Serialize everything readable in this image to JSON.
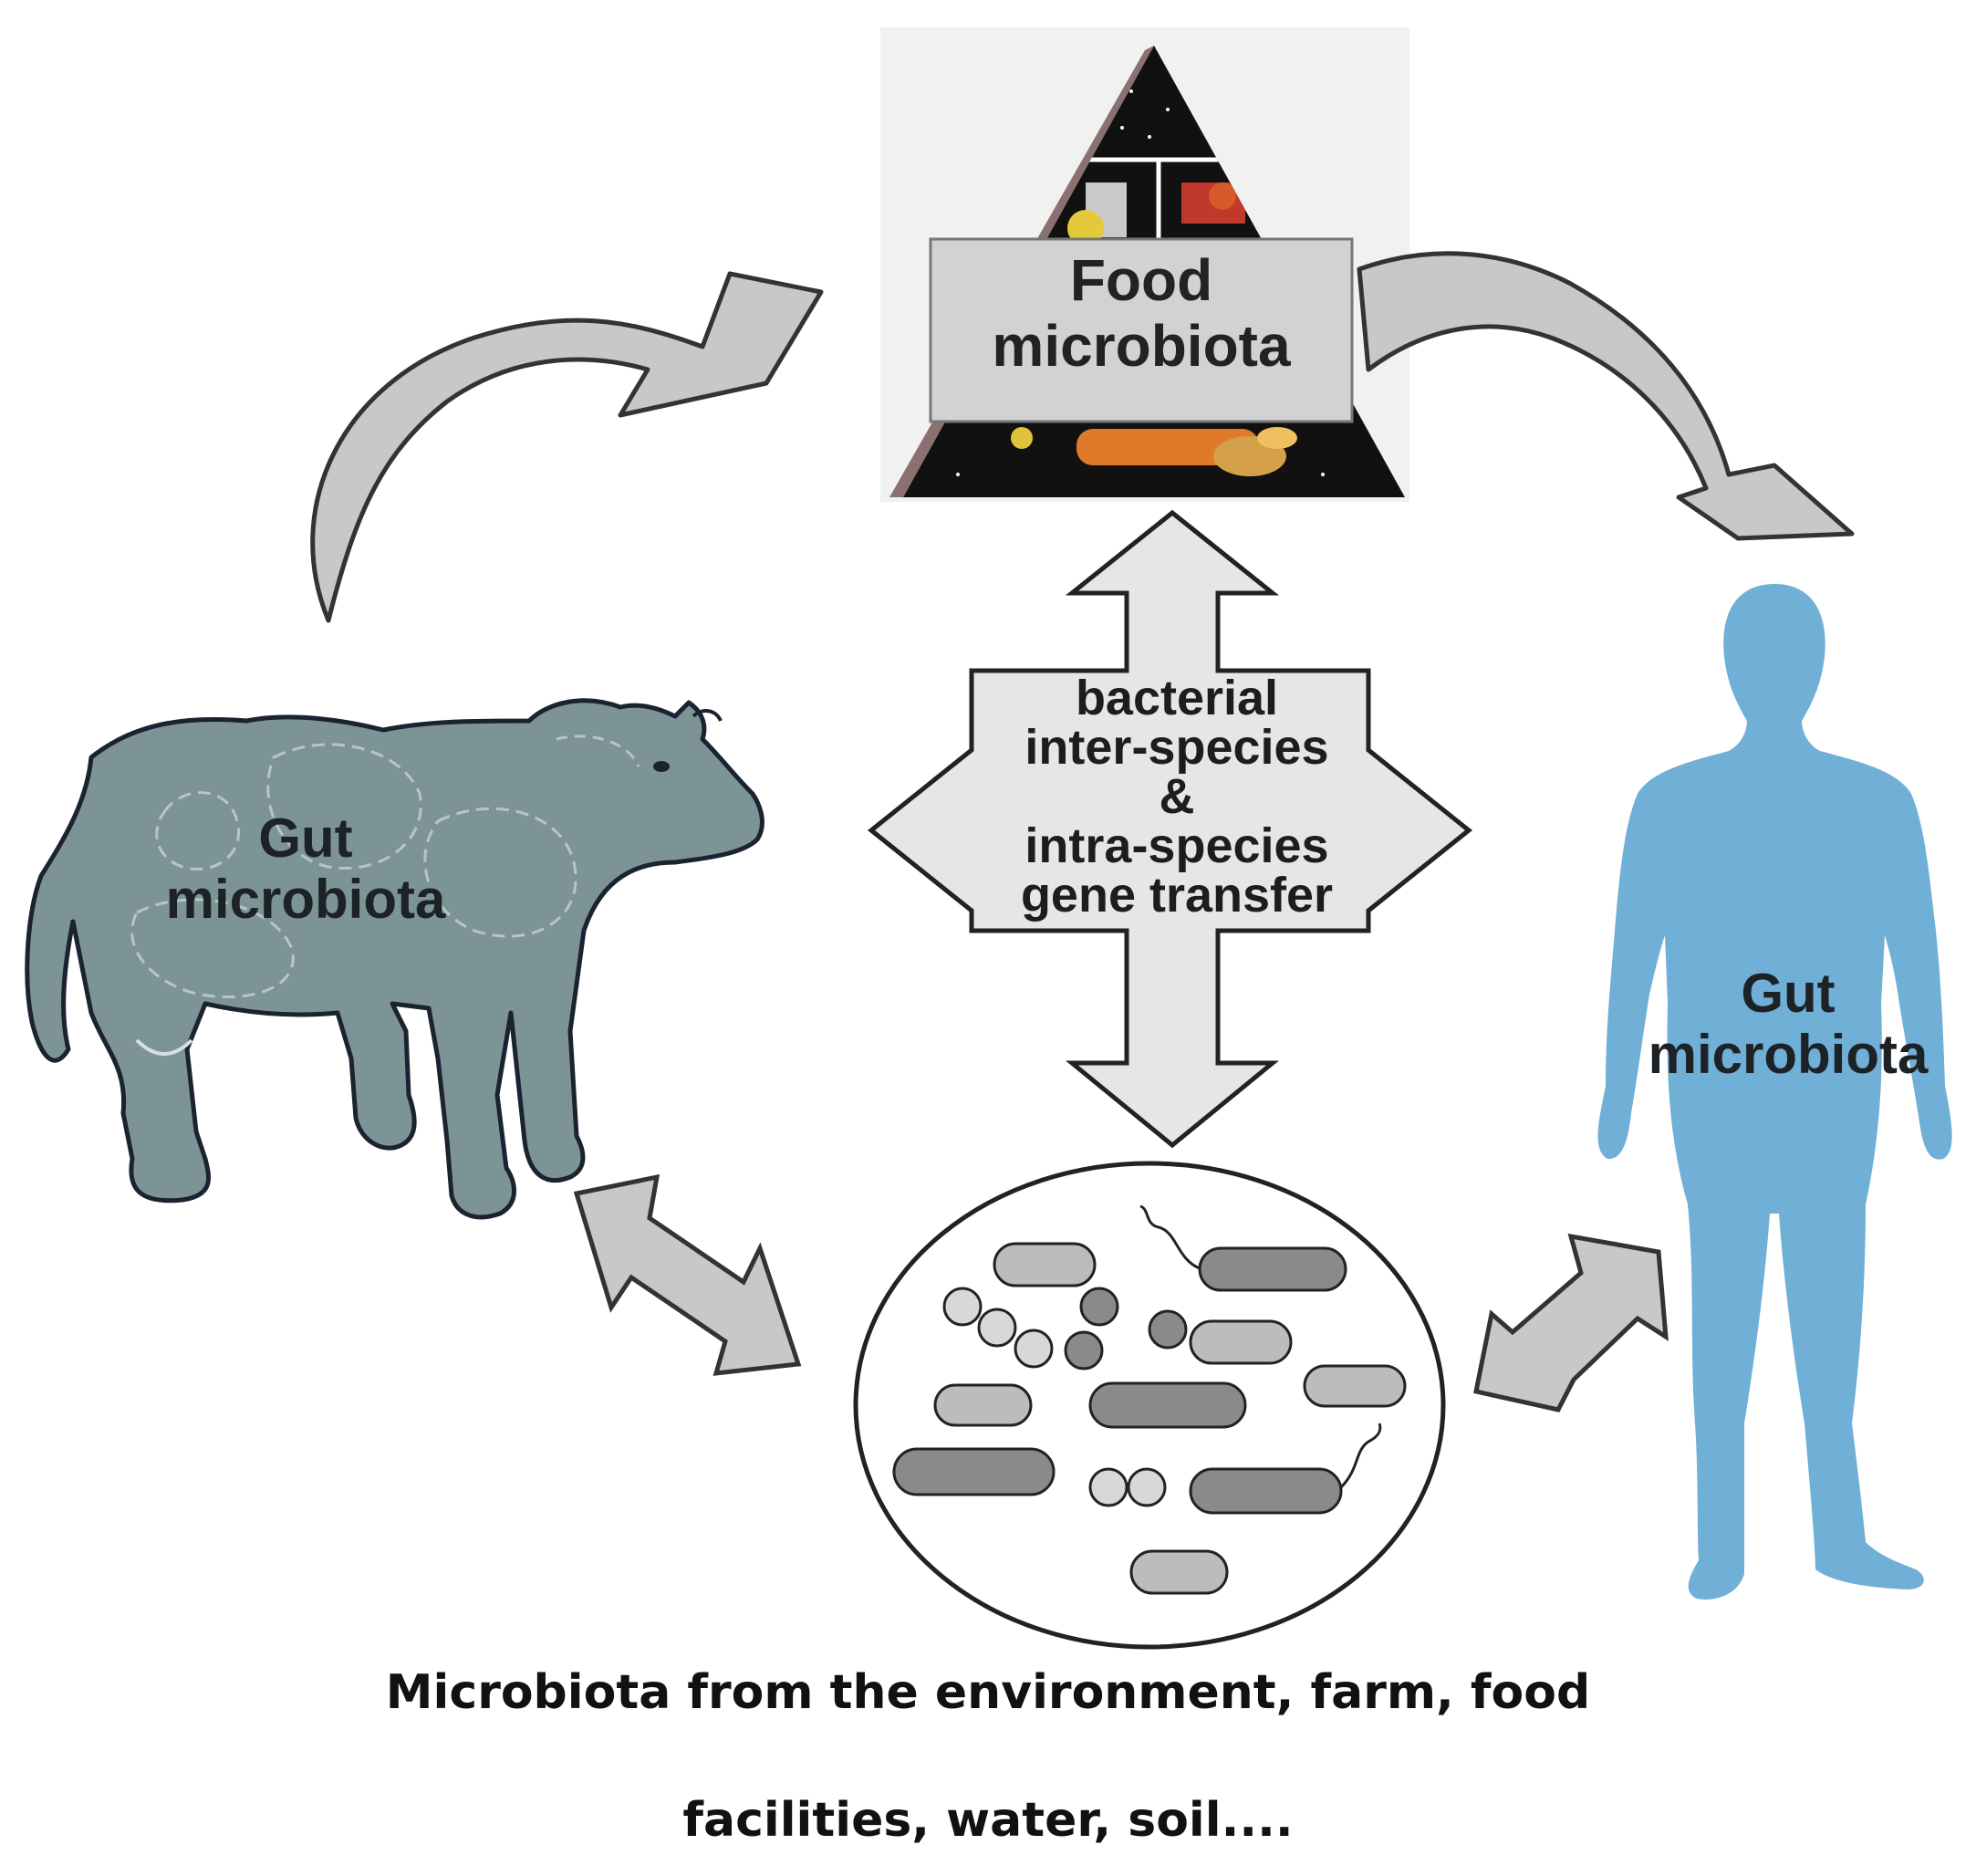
{
  "food": {
    "line1": "Food",
    "line2": "microbiota"
  },
  "cow": {
    "line1": "Gut",
    "line2": "microbiota"
  },
  "human": {
    "line1": "Gut",
    "line2": "microbiota"
  },
  "transfer": {
    "line1": "bacterial",
    "line2": "inter-species",
    "line3": "&",
    "line4": "intra-species",
    "line5": "gene transfer"
  },
  "caption": {
    "line1": "Microbiota from the environment, farm, food",
    "line2": "facilities, water, soil...."
  },
  "colors": {
    "cow": "#7d9496",
    "human": "#70afd6",
    "arrow_fill": "#c8c8c8",
    "cross_fill": "#e6e6e6",
    "pyramid": "#111111"
  }
}
